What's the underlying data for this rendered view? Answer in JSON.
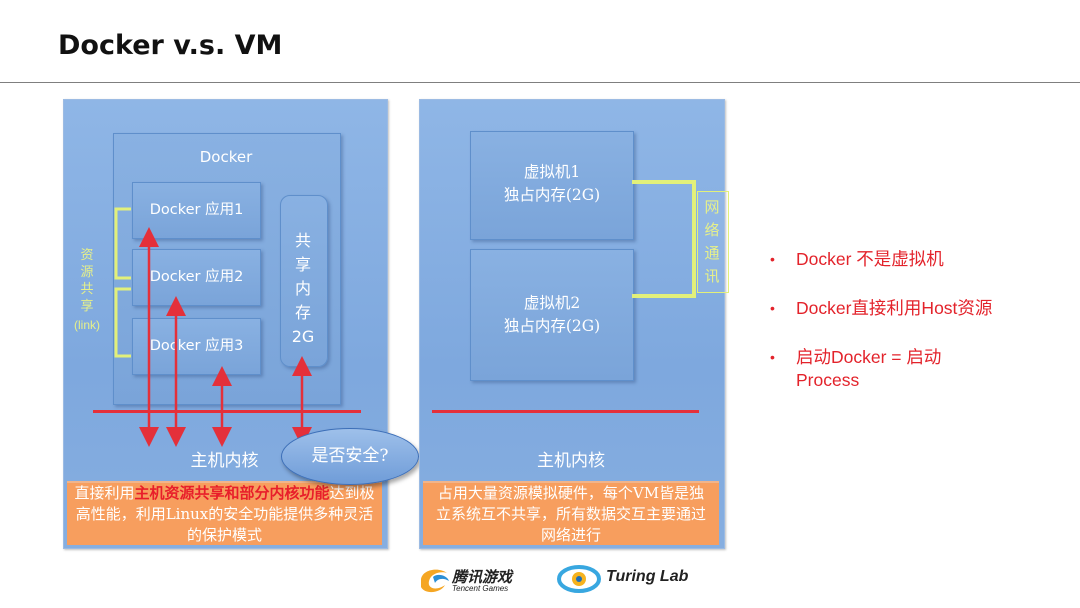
{
  "slide": {
    "title": "Docker v.s. VM"
  },
  "docker_panel": {
    "container_label": "Docker",
    "apps": [
      "Docker 应用1",
      "Docker 应用2",
      "Docker 应用3"
    ],
    "shared_memory": [
      "共",
      "享",
      "内",
      "存",
      "2G"
    ],
    "resource_share_chars": [
      "资",
      "源",
      "共",
      "享"
    ],
    "resource_share_tag": "(link)",
    "kernel": "主机内核",
    "note_prefix": "直接利用",
    "note_highlight": "主机资源共享和部分内核功能",
    "note_suffix": "达到极高性能，利用Linux的安全功能提供多种灵活的保护模式"
  },
  "security_bubble": "是否安全?",
  "vm_panel": {
    "vm1": [
      "虚拟机1",
      "独占内存(2G)"
    ],
    "vm2": [
      "虚拟机2",
      "独占内存(2G)"
    ],
    "network_chars": [
      "网",
      "络",
      "通",
      "讯"
    ],
    "kernel": "主机内核",
    "note": "占用大量资源模拟硬件，每个VM皆是独立系统互不共享，所有数据交互主要通过网络进行"
  },
  "bullets": [
    "Docker 不是虚拟机",
    "Docker直接利用Host资源",
    "启动Docker = 启动 Process"
  ],
  "logos": {
    "tencent_name": "腾讯游戏",
    "tencent_sub": "Tencent Games",
    "turing": "Turing Lab"
  },
  "colors": {
    "accent_red": "#e3232b",
    "panel_blue": "#7ea8de",
    "note_orange": "#f79e5e",
    "bracket_green": "#e2f07a"
  }
}
